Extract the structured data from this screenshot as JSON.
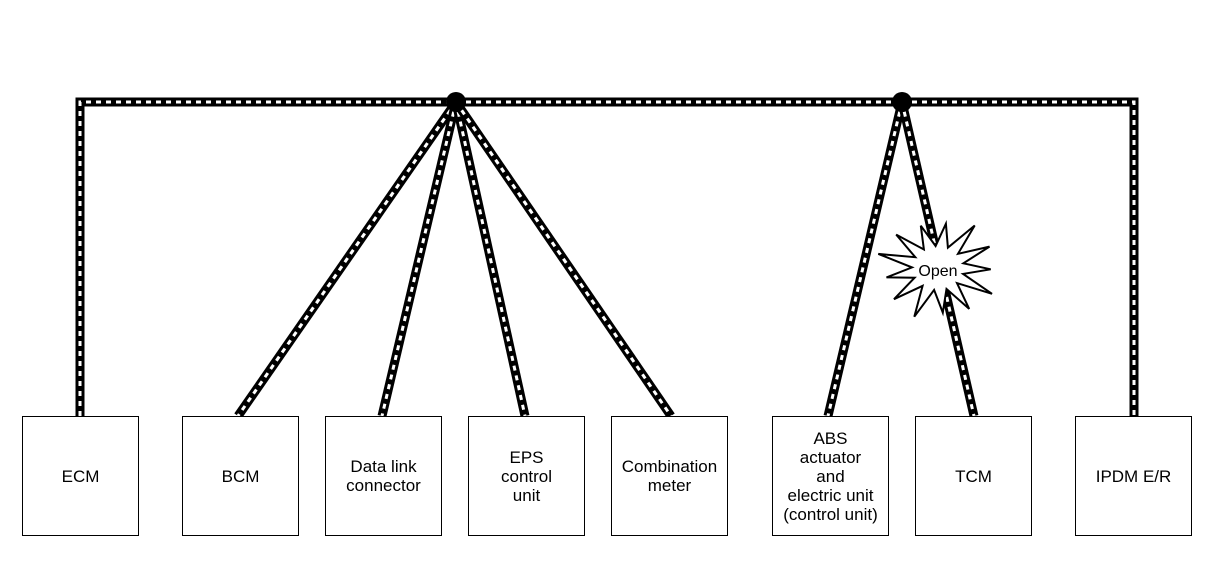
{
  "modules": [
    {
      "id": "ecm",
      "label": "ECM"
    },
    {
      "id": "bcm",
      "label": "BCM"
    },
    {
      "id": "dlc",
      "label": "Data link\nconnector"
    },
    {
      "id": "eps",
      "label": "EPS\ncontrol\nunit"
    },
    {
      "id": "meter",
      "label": "Combination\nmeter"
    },
    {
      "id": "abs",
      "label": "ABS\nactuator\nand\nelectric unit\n(control unit)"
    },
    {
      "id": "tcm",
      "label": "TCM"
    },
    {
      "id": "ipdm",
      "label": "IPDM E/R"
    }
  ],
  "fault": {
    "label": "Open",
    "location": "TCM branch"
  },
  "colors": {
    "wire_outer": "#000000",
    "wire_dash": "#ffffff",
    "node": "#000000",
    "box_border": "#000000"
  }
}
